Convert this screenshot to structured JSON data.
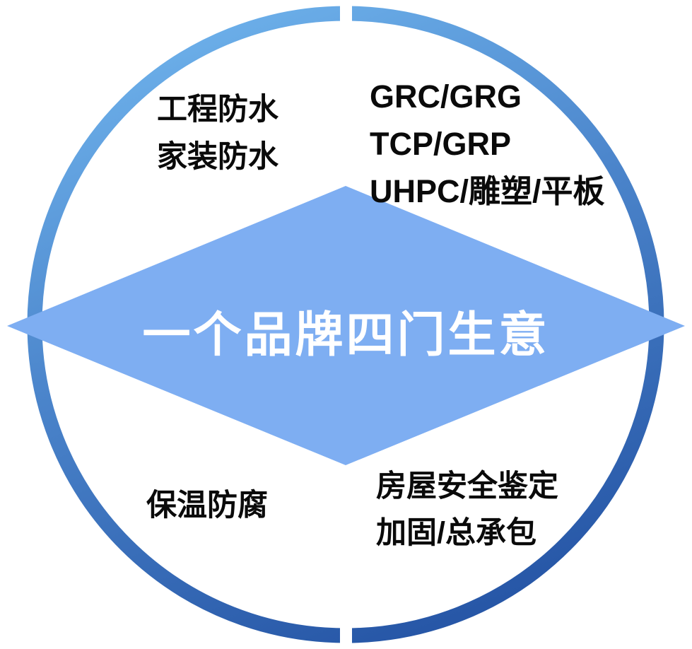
{
  "diagram": {
    "title": "brand four-businesses circle diagram",
    "center": {
      "label": "一个品牌四门生意"
    },
    "quadrants": {
      "top_left": {
        "lines": [
          "工程防水",
          "家装防水"
        ]
      },
      "top_right": {
        "lines": [
          "GRC/GRG",
          "TCP/GRP",
          "UHPC/雕塑/平板"
        ]
      },
      "bottom_left": {
        "lines": [
          "保温防腐"
        ]
      },
      "bottom_right": {
        "lines": [
          "房屋安全鉴定",
          "加固/总承包"
        ]
      }
    },
    "colors": {
      "ring_gradient_top": "#6FB3EC",
      "ring_gradient_bottom": "#2757A7",
      "diamond_fill": "#7EAEF2",
      "divider": "#FFFFFF",
      "center_text": "#FFFFFF",
      "quadrant_text": "#0A0A0A"
    }
  }
}
